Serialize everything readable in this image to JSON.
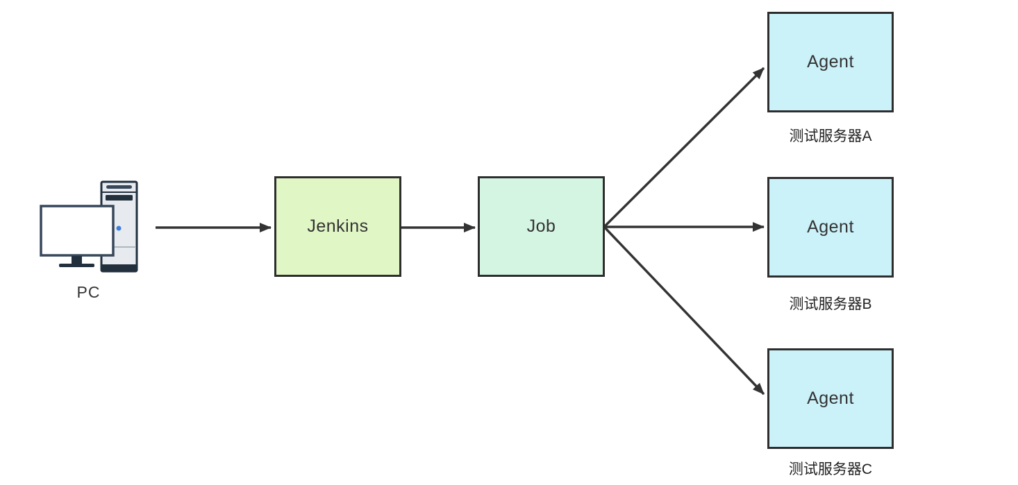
{
  "diagram": {
    "type": "flow-diagram",
    "background": "#ffffff",
    "colors": {
      "node_border": "#2d2d2d",
      "arrow": "#333333",
      "jenkins_fill": "#e1f6c5",
      "job_fill": "#d5f5e3",
      "agent_fill": "#cbf1f9",
      "pc_tower_fill": "#e7eaee",
      "pc_outline": "#22303e",
      "pc_power_led": "#3c7ee0"
    },
    "nodes": {
      "pc": {
        "label": "PC",
        "icon": "desktop-computer-icon"
      },
      "jenkins": {
        "label": "Jenkins"
      },
      "job": {
        "label": "Job"
      },
      "agent_a": {
        "label": "Agent",
        "caption": "测试服务器A"
      },
      "agent_b": {
        "label": "Agent",
        "caption": "测试服务器B"
      },
      "agent_c": {
        "label": "Agent",
        "caption": "测试服务器C"
      }
    },
    "edges": [
      {
        "from": "PC",
        "to": "Jenkins"
      },
      {
        "from": "Jenkins",
        "to": "Job"
      },
      {
        "from": "Job",
        "to": "Agent 测试服务器A"
      },
      {
        "from": "Job",
        "to": "Agent 测试服务器B"
      },
      {
        "from": "Job",
        "to": "Agent 测试服务器C"
      }
    ]
  }
}
